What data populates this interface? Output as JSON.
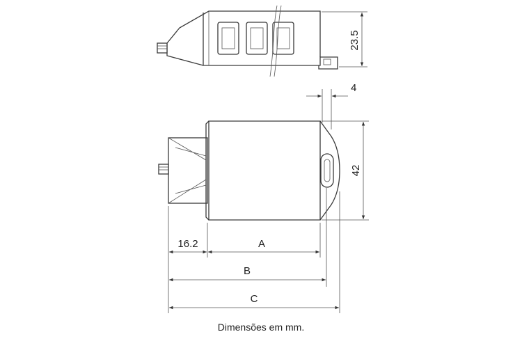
{
  "dimensions": {
    "height": "23.5",
    "tab_width": "4",
    "depth": "42",
    "connector_length": "16.2",
    "a": "A",
    "b": "B",
    "c": "C"
  },
  "caption": "Dimensões em mm."
}
